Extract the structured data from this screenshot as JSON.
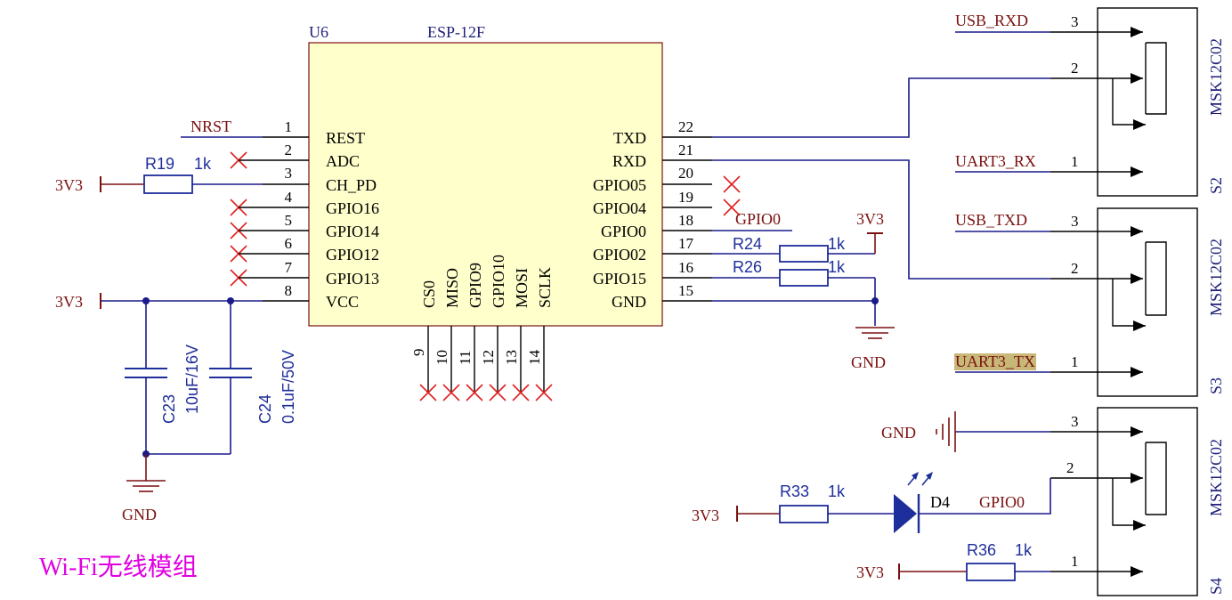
{
  "title": "Wi-Fi无线模组",
  "colors": {
    "wire": "#1a1a8c",
    "net": "#7b1010",
    "part": "#1e2e9a",
    "body": "#ffffcc",
    "no_connect": "#e02020",
    "title": "#e000e0",
    "highlight": "#c8b878"
  },
  "module": {
    "designator": "U6",
    "part": "ESP-12F",
    "left_pins": [
      {
        "num": "1",
        "name": "REST"
      },
      {
        "num": "2",
        "name": "ADC"
      },
      {
        "num": "3",
        "name": "CH_PD"
      },
      {
        "num": "4",
        "name": "GPIO16"
      },
      {
        "num": "5",
        "name": "GPIO14"
      },
      {
        "num": "6",
        "name": "GPIO12"
      },
      {
        "num": "7",
        "name": "GPIO13"
      },
      {
        "num": "8",
        "name": "VCC"
      }
    ],
    "right_pins": [
      {
        "num": "22",
        "name": "TXD"
      },
      {
        "num": "21",
        "name": "RXD"
      },
      {
        "num": "20",
        "name": "GPIO05"
      },
      {
        "num": "19",
        "name": "GPIO04"
      },
      {
        "num": "18",
        "name": "GPIO0"
      },
      {
        "num": "17",
        "name": "GPIO02"
      },
      {
        "num": "16",
        "name": "GPIO15"
      },
      {
        "num": "15",
        "name": "GND"
      }
    ],
    "bottom_pins": [
      {
        "num": "9",
        "name": "CS0"
      },
      {
        "num": "10",
        "name": "MISO"
      },
      {
        "num": "11",
        "name": "GPIO9"
      },
      {
        "num": "12",
        "name": "GPIO10"
      },
      {
        "num": "13",
        "name": "MOSI"
      },
      {
        "num": "14",
        "name": "SCLK"
      }
    ]
  },
  "nets": {
    "nrst": "NRST",
    "v33": "3V3",
    "gnd": "GND",
    "gpio0": "GPIO0",
    "usb_rxd": "USB_RXD",
    "usb_txd": "USB_TXD",
    "uart3_rx": "UART3_RX",
    "uart3_tx": "UART3_TX"
  },
  "resistors": {
    "r19": {
      "ref": "R19",
      "value": "1k"
    },
    "r24": {
      "ref": "R24",
      "value": "1k"
    },
    "r26": {
      "ref": "R26",
      "value": "1k"
    },
    "r33": {
      "ref": "R33",
      "value": "1k"
    },
    "r36": {
      "ref": "R36",
      "value": "1k"
    }
  },
  "capacitors": {
    "c23": {
      "ref": "C23",
      "value": "10uF/16V"
    },
    "c24": {
      "ref": "C24",
      "value": "0.1uF/50V"
    }
  },
  "led": {
    "ref": "D4"
  },
  "switches": [
    {
      "ref": "S2",
      "part": "MSK12C02",
      "pins": [
        "3",
        "2",
        "1"
      ]
    },
    {
      "ref": "S3",
      "part": "MSK12C02",
      "pins": [
        "3",
        "2",
        "1"
      ]
    },
    {
      "ref": "S4",
      "part": "MSK12C02",
      "pins": [
        "3",
        "2",
        "1"
      ]
    }
  ]
}
